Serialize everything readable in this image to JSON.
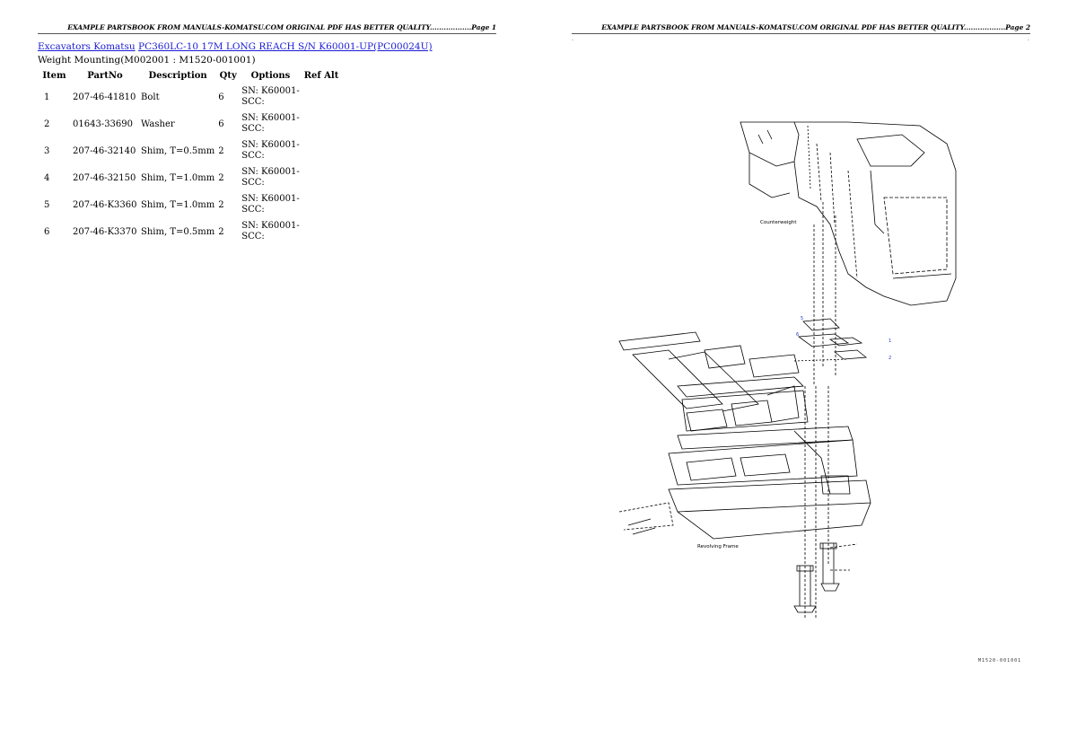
{
  "page1": {
    "header": "EXAMPLE PARTSBOOK FROM MANUALS-KOMATSU.COM ORIGINAL PDF HAS BETTER QUALITY..................Page 1",
    "breadcrumb": {
      "link1": "Excavators Komatsu",
      "link2": "PC360LC-10 17M LONG REACH S/N K60001-UP(PC00024U)"
    },
    "subtitle": "Weight Mounting(M002001 : M1520-001001)",
    "table": {
      "headers": [
        "Item",
        "PartNo",
        "Description",
        "Qty",
        "Options",
        "Ref Alt"
      ],
      "rows": [
        {
          "item": "1",
          "partno": "207-46-41810",
          "description": "Bolt",
          "qty": "6",
          "options_line1": "SN: K60001-",
          "options_line2": "SCC:",
          "ref": ""
        },
        {
          "item": "2",
          "partno": "01643-33690",
          "description": "Washer",
          "qty": "6",
          "options_line1": "SN: K60001-",
          "options_line2": "SCC:",
          "ref": ""
        },
        {
          "item": "3",
          "partno": "207-46-32140",
          "description": "Shim, T=0.5mm",
          "qty": "2",
          "options_line1": "SN: K60001-",
          "options_line2": "SCC:",
          "ref": ""
        },
        {
          "item": "4",
          "partno": "207-46-32150",
          "description": "Shim, T=1.0mm",
          "qty": "2",
          "options_line1": "SN: K60001-",
          "options_line2": "SCC:",
          "ref": ""
        },
        {
          "item": "5",
          "partno": "207-46-K3360",
          "description": "Shim, T=1.0mm",
          "qty": "2",
          "options_line1": "SN: K60001-",
          "options_line2": "SCC:",
          "ref": ""
        },
        {
          "item": "6",
          "partno": "207-46-K3370",
          "description": "Shim, T=0.5mm",
          "qty": "2",
          "options_line1": "SN: K60001-",
          "options_line2": "SCC:",
          "ref": ""
        }
      ]
    }
  },
  "page2": {
    "header": "EXAMPLE PARTSBOOK FROM MANUALS-KOMATSU.COM ORIGINAL PDF HAS BETTER QUALITY..................Page 2",
    "drawing": {
      "label_counterweight": "Counterweight",
      "label_frame": "Revolving Frame",
      "callouts": [
        "5",
        "6",
        "1",
        "2"
      ],
      "ref_code": "M1520-001001"
    }
  },
  "colors": {
    "link": "#1a1ad6",
    "callout": "#2233cc"
  }
}
